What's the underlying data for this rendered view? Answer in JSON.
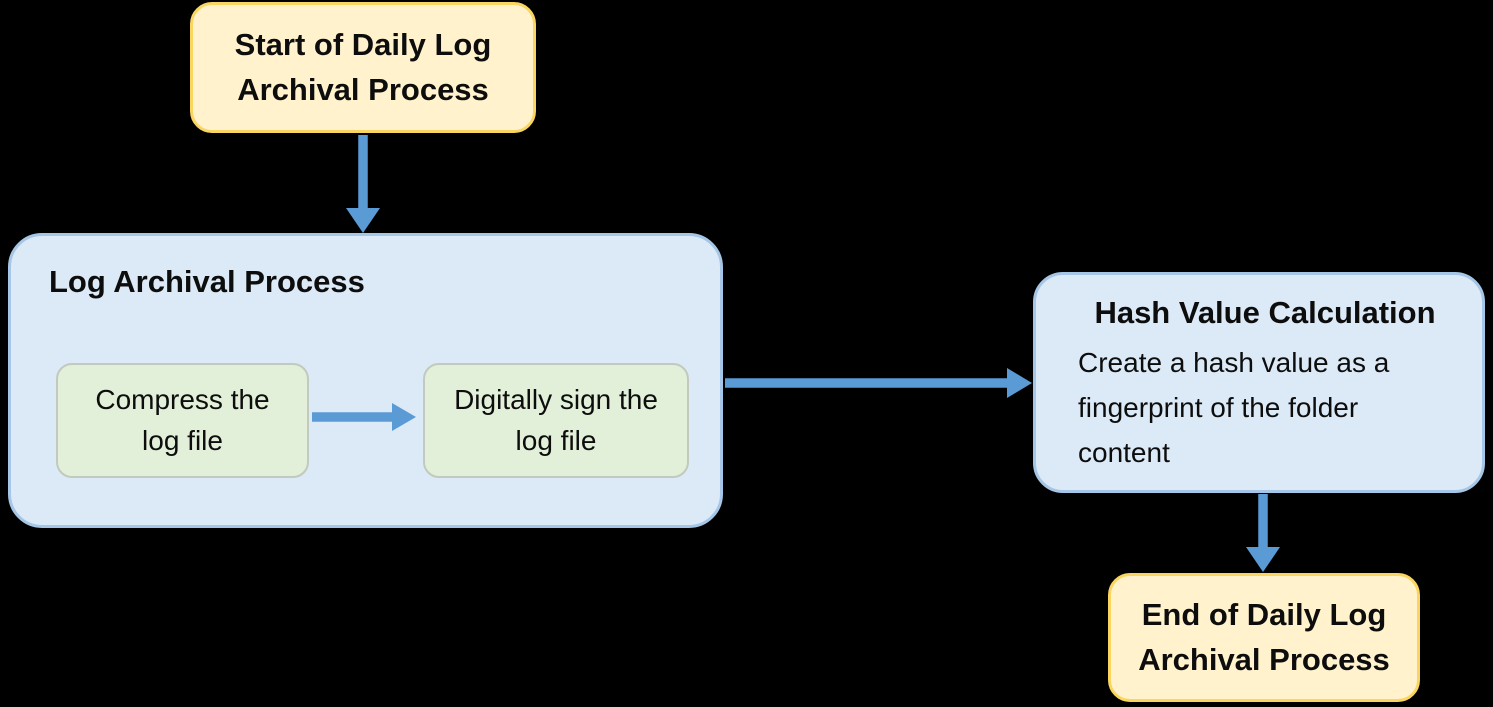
{
  "diagram": {
    "type": "flowchart",
    "nodes": {
      "start": {
        "label": "Start of Daily Log Archival Process"
      },
      "log_process": {
        "title": "Log Archival Process",
        "steps": [
          {
            "label": "Compress the log file"
          },
          {
            "label": "Digitally sign the log file"
          }
        ]
      },
      "hash": {
        "title": "Hash Value Calculation",
        "description": "Create a hash value as a fingerprint of the folder content"
      },
      "end": {
        "label": "End of Daily Log Archival Process"
      }
    },
    "edges": [
      {
        "from": "start",
        "to": "log_process"
      },
      {
        "from": "compress",
        "to": "sign"
      },
      {
        "from": "log_process",
        "to": "hash"
      },
      {
        "from": "hash",
        "to": "end"
      }
    ]
  },
  "colors": {
    "canvas-bg": "#000000",
    "arrow": "#5B9BD5",
    "yellow-fill": "#FFF2CC",
    "yellow-border": "#FAD661",
    "blue-fill": "#DCE9F6",
    "blue-border": "#A5C6E6",
    "green-fill": "#E2EFD9",
    "green-border": "#C2C9BE",
    "text": "#0D0D0D"
  }
}
